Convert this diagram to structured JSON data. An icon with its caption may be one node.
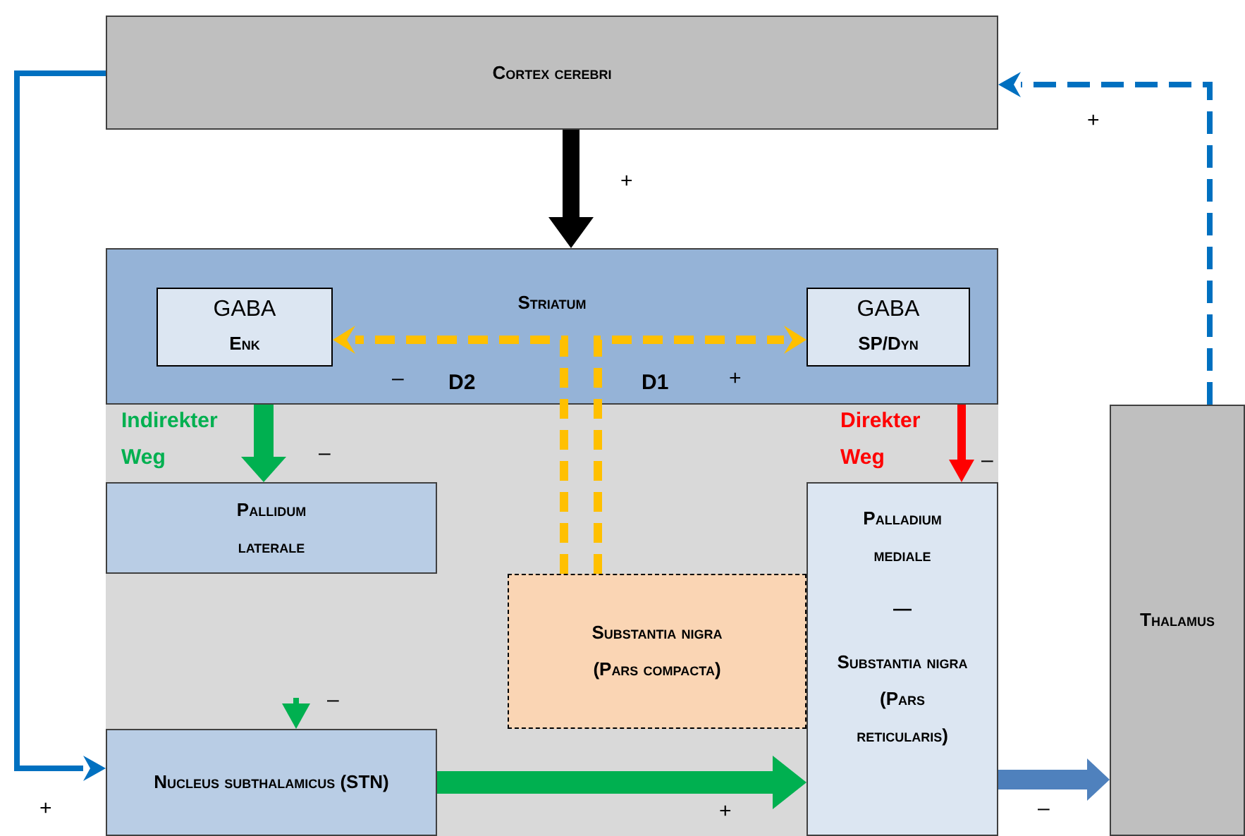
{
  "diagram": {
    "nodes": [
      {
        "text": [
          "Cortex cerebri"
        ]
      },
      {
        "text": [
          "Striatum"
        ]
      },
      {
        "text": [
          "GABA",
          "Enk"
        ],
        "in": 1
      },
      {
        "text": [
          "GABA",
          "SP/Dyn"
        ],
        "in": 1
      },
      {
        "text": [
          "Pallidum laterale"
        ]
      },
      {
        "text": [
          "Substantia nigra (Pars compacta)"
        ]
      },
      {
        "text": [
          "Palladium mediale",
          "—",
          "Substantia nigra (Pars reticularis)"
        ]
      },
      {
        "text": [
          "Nucleus subthalamicus (STN)"
        ]
      },
      {
        "text": [
          "Thalamus"
        ]
      }
    ],
    "edges": [
      {
        "from": 0,
        "to": 1,
        "arrow": "to",
        "label": "+",
        "style": "thick",
        "color": "#000000"
      },
      {
        "from": 5,
        "to": 2,
        "arrow": "to",
        "label": "D2",
        "style": "dashed",
        "color": "#ffc000"
      },
      {
        "from": 5,
        "to": 3,
        "arrow": "to",
        "label": "D1",
        "style": "dashed",
        "color": "#ffc000"
      },
      {
        "from": 1,
        "to": 4,
        "arrow": "to",
        "label": "Indirekter Weg",
        "style": "thick",
        "color": "#00b050"
      },
      {
        "from": 1,
        "to": 6,
        "arrow": "to",
        "label": "Direkter Weg",
        "color": "#ff0000"
      },
      {
        "from": null,
        "to": 7,
        "arrow": "to",
        "label": "–",
        "color": "#00b050"
      },
      {
        "from": 7,
        "to": 6,
        "arrow": "to",
        "label": "+",
        "style": "thick",
        "color": "#00b050"
      },
      {
        "from": 6,
        "to": 8,
        "arrow": "to",
        "label": "–",
        "style": "thick",
        "color": "#4f81bd"
      },
      {
        "from": 0,
        "to": 7,
        "arrow": "to",
        "label": "+",
        "color": "#0070c0"
      },
      {
        "from": 8,
        "to": 0,
        "arrow": "to",
        "label": "+",
        "style": "dashed",
        "color": "#0070c0"
      }
    ],
    "labels": [
      "–",
      "+",
      "–",
      "–"
    ]
  }
}
